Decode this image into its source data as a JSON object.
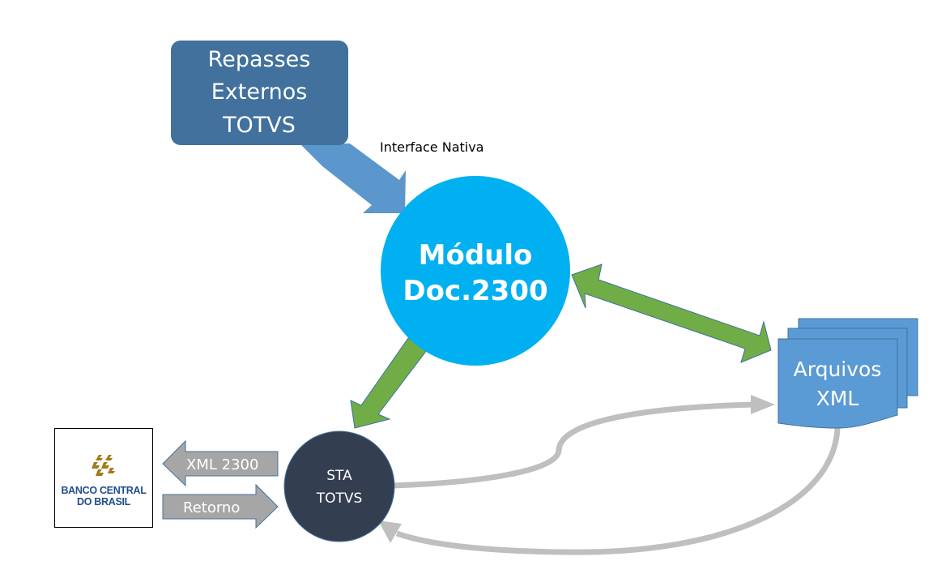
{
  "diagram": {
    "nodes": {
      "repasses": {
        "lines": [
          "Repasses",
          "Externos",
          "TOTVS"
        ],
        "color": "#41719c"
      },
      "modulo": {
        "lines": [
          "Módulo",
          "Doc.2300"
        ],
        "color": "#00b0f0"
      },
      "sta": {
        "lines": [
          "STA",
          "TOTVS"
        ],
        "color": "#333f50"
      },
      "arquivos": {
        "lines": [
          "Arquivos",
          "XML"
        ],
        "color": "#5b9bd5"
      },
      "bcb": {
        "lines": [
          "BANCO CENTRAL",
          "DO BRASIL"
        ],
        "logo_color": "#a07d1c",
        "text_color": "#1f4e8c"
      }
    },
    "edges": {
      "interface_label": "Interface Nativa",
      "xml2300_label": "XML 2300",
      "retorno_label": "Retorno"
    },
    "colors": {
      "blue_arrow": "#5b97cc",
      "green_arrow": "#70ad47",
      "gray_arrow": "#a6a6a6",
      "gray_connector": "#bfbfbf"
    }
  }
}
